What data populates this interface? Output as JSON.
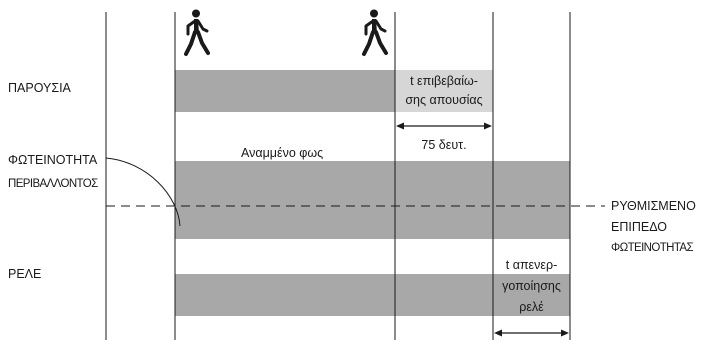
{
  "rows": {
    "presence": "ΠΑΡΟΥΣΙΑ",
    "ambient_line1": "ΦΩΤΕΙΝΟΤΗΤΑ",
    "ambient_line2": "ΠΕΡΙΒΑΛΛΟΝΤΟΣ",
    "relay": "ΡΕΛΕ"
  },
  "annotations": {
    "lights_on": "Αναμμένο φως",
    "absence_time_line1": "t επιβεβαίω-",
    "absence_time_line2": "σης απουσίας",
    "duration": "75 δευτ.",
    "deactivation_line1": "t απενερ-",
    "deactivation_line2": "γοποίησης",
    "deactivation_line3": "ρελέ"
  },
  "threshold": {
    "line1": "ΡΥΘΜΙΣΜΕΝΟ",
    "line2": "ΕΠΙΠΕΔΟ",
    "line3": "ΦΩΤΕΙΝΟΤΗΤΑΣ"
  },
  "icons": [
    "walking-person-icon",
    "walking-person-icon"
  ],
  "colors": {
    "bar": "#a8a8a8",
    "bar_light": "#d6d6d6",
    "line": "#1a1a1a"
  }
}
